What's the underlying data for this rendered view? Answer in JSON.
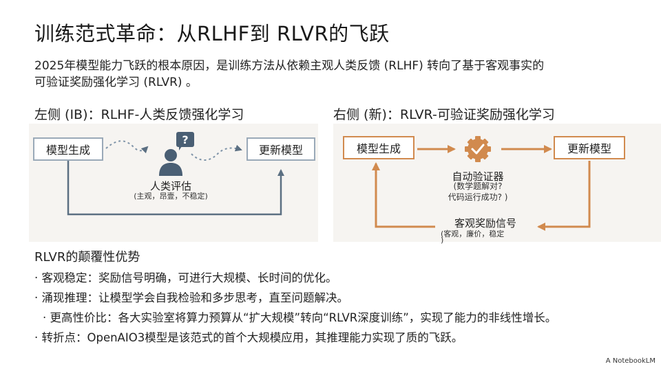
{
  "title": "训练范式革命：从RLHF到 RLVR的飞跃",
  "intro": {
    "line1": "2025年模型能力飞跃的根本原因，是训练方法从依赖主观人类反馈 (RLHF) 转向了基于客观事实的",
    "line2": "可验证奖励强化学习 (RLVR) 。"
  },
  "left": {
    "heading": "左侧 (IB)：RLHF-人类反馈强化学习",
    "box_generate": "模型生成",
    "box_update": "更新模型",
    "evaluator_label": "人类评估",
    "evaluator_note": "(主观，昂壹，不稳定)",
    "icon": "person-question-icon",
    "accent": "#5b6f82"
  },
  "right": {
    "heading": "右侧 (新)：RLVR-可验证奖励强化学习",
    "box_generate": "模型生成",
    "box_update": "更新模型",
    "verifier_label": "自动验证器",
    "verifier_note_1": "(数学题解对?",
    "verifier_note_2": "代码运行成功? )",
    "reward_label": "客观奖励信号",
    "reward_note_1": "(客观，廉价，稳定",
    "reward_note_2": ")",
    "icon": "gear-check-icon",
    "accent": "#d18a4e"
  },
  "advantages": {
    "heading": "RLVR的颠覆性优势",
    "items": [
      "· 客观稳定：奖励信号明确，可进行大规模、长时间的优化。",
      "· 涌现推理：让模型学会自我检验和多步思考，直至问题解决。",
      "· 更高性价比：各大实验室将算力预算从“扩大规模”转向“RLVR深度训练”，实现了能力的非线性增长。",
      "· 转折点：OpenAIO3模型是该范式的首个大规模应用，其推理能力实现了质的飞跃。"
    ]
  },
  "brand": "A NotebookLM"
}
